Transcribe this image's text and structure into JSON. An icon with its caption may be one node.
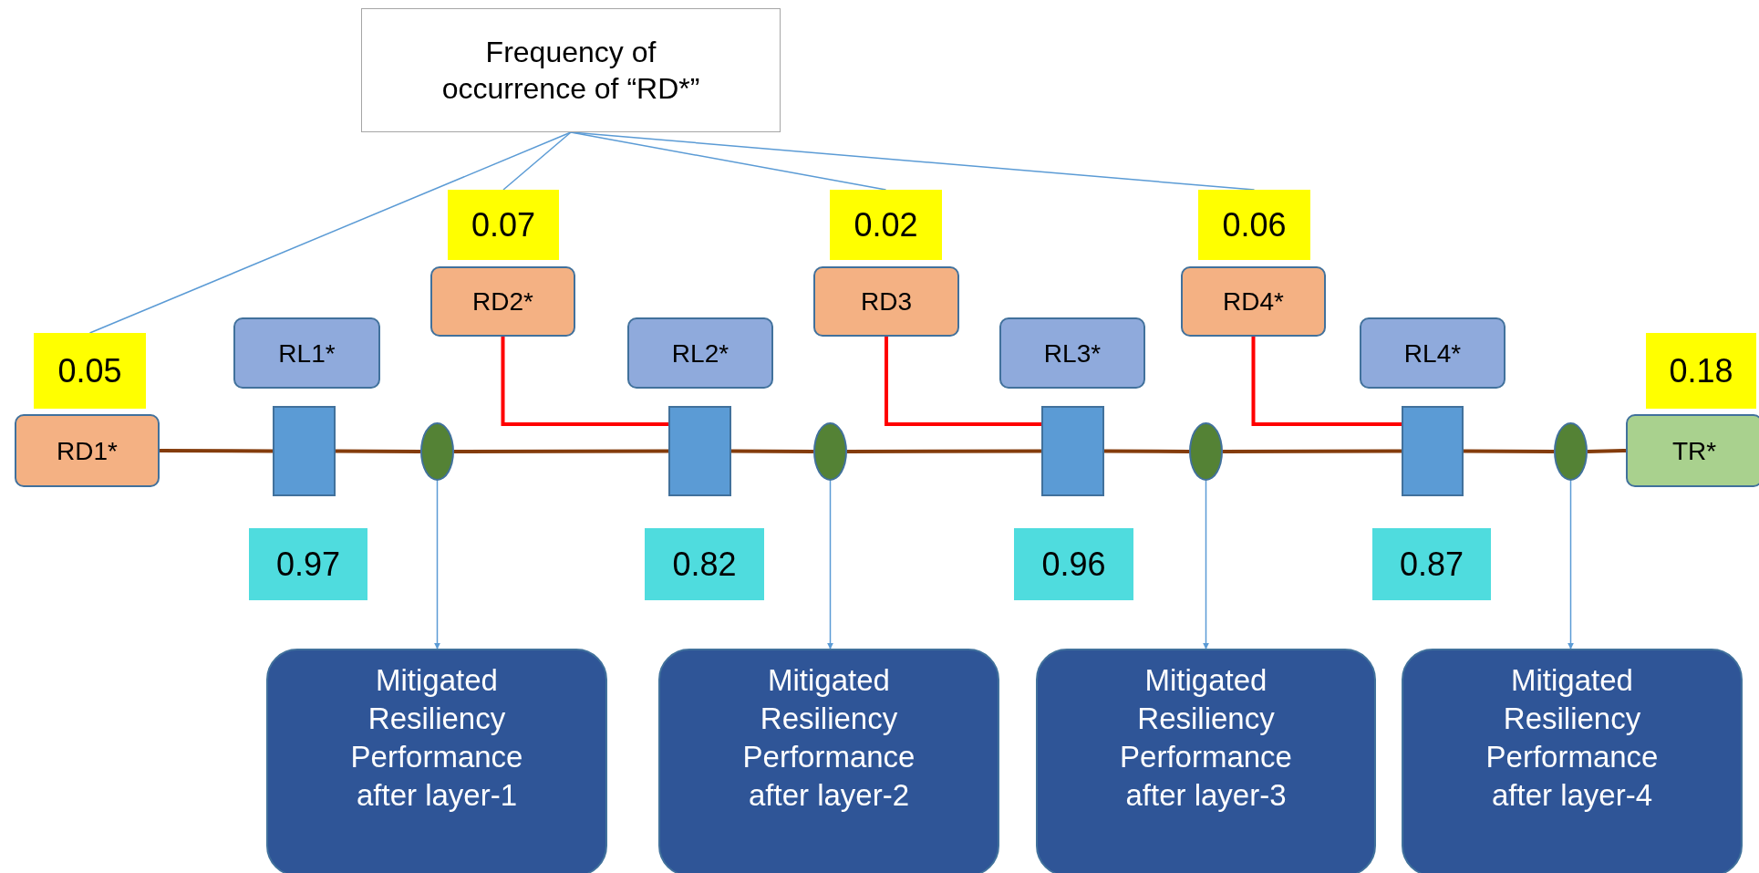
{
  "diagram": {
    "nodes": [
      {
        "text": [
          "Frequency of occurrence of “RD*”"
        ]
      },
      {
        "text": [
          "0.05"
        ]
      },
      {
        "text": [
          "0.07"
        ]
      },
      {
        "text": [
          "0.02"
        ]
      },
      {
        "text": [
          "0.06"
        ]
      },
      {
        "text": [
          "0.18"
        ]
      },
      {
        "text": [
          "RD1*"
        ]
      },
      {
        "text": [
          "RD2*"
        ]
      },
      {
        "text": [
          "RD3"
        ]
      },
      {
        "text": [
          "RD4*"
        ]
      },
      {
        "text": [
          "TR*"
        ]
      },
      {
        "text": [
          "RL1*"
        ]
      },
      {
        "text": [
          "RL2*"
        ]
      },
      {
        "text": [
          "RL3*"
        ]
      },
      {
        "text": [
          "RL4*"
        ]
      },
      {
        "text": [],
        "shape": "box"
      },
      {
        "text": [],
        "shape": "box"
      },
      {
        "text": [],
        "shape": "box"
      },
      {
        "text": [],
        "shape": "box"
      },
      {
        "text": [
          "0.97"
        ]
      },
      {
        "text": [
          "0.82"
        ]
      },
      {
        "text": [
          "0.96"
        ]
      },
      {
        "text": [
          "0.87"
        ]
      },
      {
        "text": [],
        "shape": "ellipse"
      },
      {
        "text": [],
        "shape": "ellipse"
      },
      {
        "text": [],
        "shape": "ellipse"
      },
      {
        "text": [],
        "shape": "ellipse"
      },
      {
        "text": [
          "Mitigated Resiliency Performance after layer-1"
        ]
      },
      {
        "text": [
          "Mitigated Resiliency Performance after layer-2"
        ]
      },
      {
        "text": [
          "Mitigated Resiliency Performance after layer-3"
        ]
      },
      {
        "text": [
          "Mitigated Resiliency Performance after layer-4"
        ]
      }
    ],
    "edges": [
      {
        "from": 0,
        "to": 1,
        "arrow": "none",
        "color": "#5b9bd5"
      },
      {
        "from": 0,
        "to": 2,
        "arrow": "none",
        "color": "#5b9bd5"
      },
      {
        "from": 0,
        "to": 3,
        "arrow": "none",
        "color": "#5b9bd5"
      },
      {
        "from": 0,
        "to": 4,
        "arrow": "none",
        "color": "#5b9bd5"
      },
      {
        "from": 6,
        "to": 15,
        "arrow": "none"
      },
      {
        "from": 15,
        "to": 23,
        "arrow": "none"
      },
      {
        "from": 23,
        "to": 16,
        "arrow": "none"
      },
      {
        "from": 16,
        "to": 24,
        "arrow": "none"
      },
      {
        "from": 24,
        "to": 17,
        "arrow": "none"
      },
      {
        "from": 17,
        "to": 25,
        "arrow": "none"
      },
      {
        "from": 25,
        "to": 18,
        "arrow": "none"
      },
      {
        "from": 18,
        "to": 26,
        "arrow": "none"
      },
      {
        "from": 26,
        "to": 10,
        "arrow": "none"
      },
      {
        "from": 7,
        "to": 16,
        "arrow": "none",
        "color": "#ff0000"
      },
      {
        "from": 8,
        "to": 17,
        "arrow": "none",
        "color": "#ff0000"
      },
      {
        "from": 9,
        "to": 18,
        "arrow": "none",
        "color": "#ff0000"
      },
      {
        "from": 23,
        "to": 27,
        "arrow": "to",
        "color": "#5b9bd5"
      },
      {
        "from": 24,
        "to": 28,
        "arrow": "to",
        "color": "#5b9bd5"
      },
      {
        "from": 25,
        "to": 29,
        "arrow": "to",
        "color": "#5b9bd5"
      },
      {
        "from": 26,
        "to": 30,
        "arrow": "to",
        "color": "#5b9bd5"
      }
    ]
  }
}
